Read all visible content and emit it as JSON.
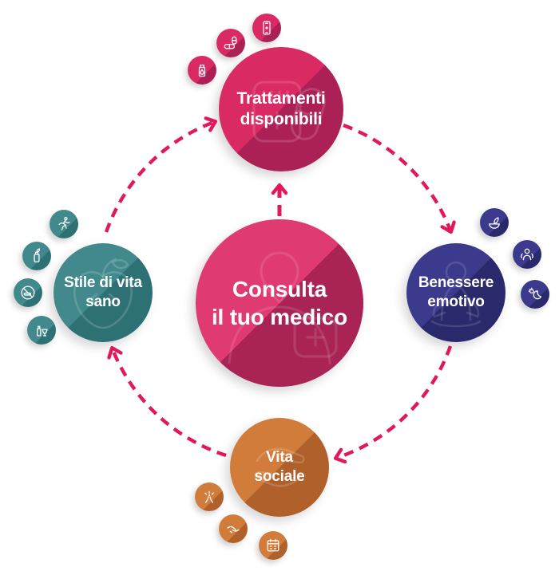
{
  "diagram": {
    "center_node": {
      "line1": "Consulta",
      "line2": "il tuo medico",
      "watermark_icon": "doctor-consultation-icon"
    },
    "nodes": {
      "top": {
        "line1": "Trattamenti",
        "line2": "disponibili",
        "watermark_icon": "medications-icon",
        "satellite_icons": [
          "medicine-bottle-icon",
          "pills-icon",
          "smartphone-icon"
        ]
      },
      "right": {
        "line1": "Benessere",
        "line2": "emotivo",
        "watermark_icon": "meditation-icon",
        "satellite_icons": [
          "relaxation-icon",
          "self-care-icon",
          "sleep-icon"
        ]
      },
      "bottom": {
        "line1": "Vita",
        "line2": "sociale",
        "watermark_icon": "helping-hands-icon",
        "satellite_icons": [
          "celebration-hands-icon",
          "holding-hands-icon",
          "calendar-icon"
        ]
      },
      "left": {
        "line1": "Stile di vita",
        "line2": "sano",
        "watermark_icon": "apple-icon",
        "satellite_icons": [
          "exercise-runner-icon",
          "healthy-food-icon",
          "no-smoking-icon",
          "limit-alcohol-icon"
        ]
      }
    },
    "arrows": {
      "style": "dashed",
      "direction": "clockwise",
      "links": [
        "stile-di-vita-sano → trattamenti-disponibili",
        "trattamenti-disponibili → benessere-emotivo",
        "benessere-emotivo → vita-sociale",
        "vita-sociale → stile-di-vita-sano",
        "consulta-il-tuo-medico → trattamenti-disponibili"
      ]
    }
  },
  "colors": {
    "pink_light": "#D92A64",
    "pink_dark": "#AC2155",
    "center_light": "#DF3A71",
    "center_dark": "#A92355",
    "teal_light": "#41898C",
    "teal_dark": "#2E7175",
    "indigo_light": "#3B3A8D",
    "indigo_dark": "#2A296C",
    "orange_light": "#D17C3A",
    "orange_dark": "#B0612B",
    "arrow": "#E2175D",
    "text": "#FFFFFF",
    "background": "#FFFFFF"
  }
}
